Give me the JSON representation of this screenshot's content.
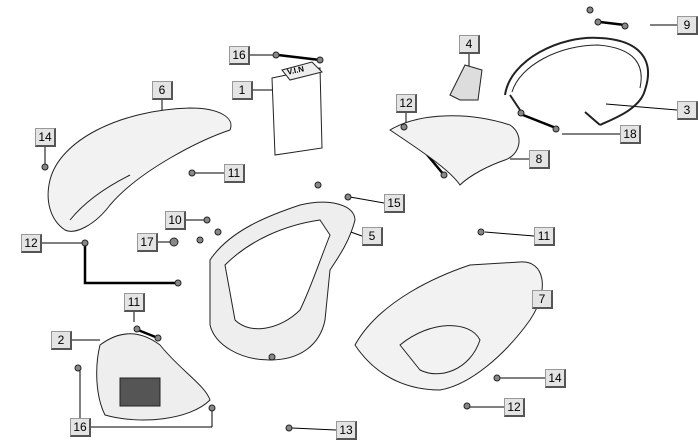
{
  "diagram": {
    "callouts": [
      {
        "id": "c16a",
        "label": "16",
        "part": "screw"
      },
      {
        "id": "c1",
        "label": "1",
        "part": "vin-plate"
      },
      {
        "id": "c4",
        "label": "4",
        "part": "bracket"
      },
      {
        "id": "c9",
        "label": "9",
        "part": "bolt"
      },
      {
        "id": "c3",
        "label": "3",
        "part": "rear-grab-rail"
      },
      {
        "id": "c18",
        "label": "18",
        "part": "bolt"
      },
      {
        "id": "c6",
        "label": "6",
        "part": "side-cover-left"
      },
      {
        "id": "c14a",
        "label": "14",
        "part": "clip"
      },
      {
        "id": "c11a",
        "label": "11",
        "part": "screw"
      },
      {
        "id": "c12a",
        "label": "12",
        "part": "screw"
      },
      {
        "id": "c8",
        "label": "8",
        "part": "rear-center-cover"
      },
      {
        "id": "c15",
        "label": "15",
        "part": "screw"
      },
      {
        "id": "c10",
        "label": "10",
        "part": "bolt"
      },
      {
        "id": "c17",
        "label": "17",
        "part": "nut"
      },
      {
        "id": "c5",
        "label": "5",
        "part": "helmet-box"
      },
      {
        "id": "c12b",
        "label": "12",
        "part": "screw"
      },
      {
        "id": "c11b",
        "label": "11",
        "part": "screw"
      },
      {
        "id": "c11c",
        "label": "11",
        "part": "screw"
      },
      {
        "id": "c2",
        "label": "2",
        "part": "front-lower-cover"
      },
      {
        "id": "c7",
        "label": "7",
        "part": "side-cover-right"
      },
      {
        "id": "c14b",
        "label": "14",
        "part": "clip"
      },
      {
        "id": "c12c",
        "label": "12",
        "part": "screw"
      },
      {
        "id": "c16b",
        "label": "16",
        "part": "screw"
      },
      {
        "id": "c13",
        "label": "13",
        "part": "screw"
      }
    ],
    "vin_plate_text": "V.I.N"
  }
}
